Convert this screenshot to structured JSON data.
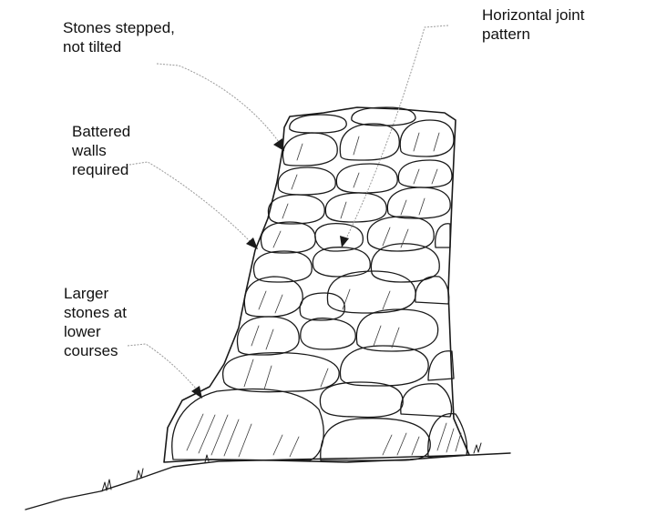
{
  "annotations": {
    "stepped": {
      "lines": [
        "Stones stepped,",
        "not tilted"
      ]
    },
    "joint": {
      "lines": [
        "Horizontal joint",
        "pattern"
      ]
    },
    "battered": {
      "lines": [
        "Battered",
        "walls",
        "required"
      ]
    },
    "larger": {
      "lines": [
        "Larger",
        "stones at",
        "lower",
        "courses"
      ]
    }
  },
  "colors": {
    "ink": "#1a1a1a",
    "leader": "#9a9a9a",
    "text": "#111111"
  }
}
